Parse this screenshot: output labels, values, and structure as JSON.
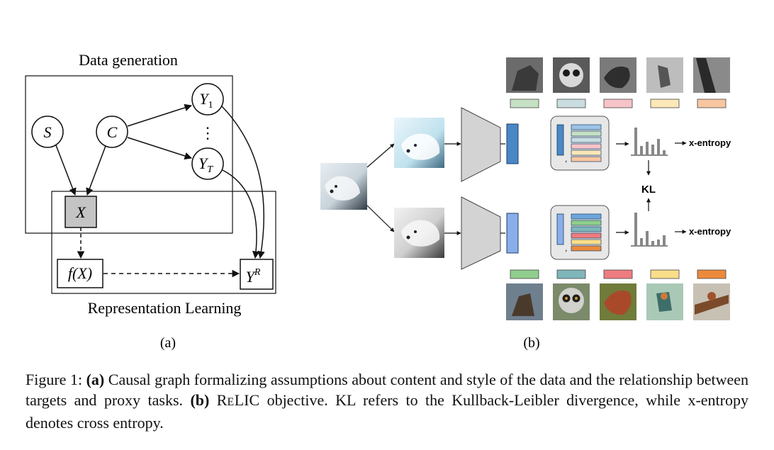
{
  "panel_a": {
    "title": "Data generation",
    "nodes": {
      "s": "S",
      "c": "C",
      "y1": "Y",
      "y1_sub": "1",
      "dots": "⋮",
      "yt": "Y",
      "yt_sub": "T",
      "x": "X",
      "fx": "f(X)",
      "yr": "Y",
      "yr_sup": "R"
    },
    "bottom_label": "Representation Learning",
    "sublabel": "(a)"
  },
  "panel_b": {
    "kl": "KL",
    "xent_top": "x-entropy",
    "xent_bottom": "x-entropy",
    "sublabel": "(b)",
    "colors": {
      "top_bars": [
        "#c5e0c3",
        "#c9dde1",
        "#f6c4c8",
        "#fbe7b7",
        "#f8c6a0"
      ],
      "bottom_bars": [
        "#8fce8c",
        "#7fb6b9",
        "#ee7c80",
        "#f9dd89",
        "#ec8a3c"
      ],
      "embed_top": "#4a87c5",
      "embed_bottom": "#8aaee8",
      "encoder": "#d3d3d3"
    }
  },
  "caption": {
    "figure_label": "Figure 1:",
    "a_label": "(a)",
    "a_text": " Causal graph formalizing assumptions about content and style of the data and the relationship between targets and proxy tasks. ",
    "b_label": "(b)",
    "relic_r": "R",
    "relic_rest": "E",
    "relic_tail": "LIC",
    "b_text": " objective. KL refers to the Kullback-Leibler divergence, while x-entropy denotes cross entropy."
  }
}
